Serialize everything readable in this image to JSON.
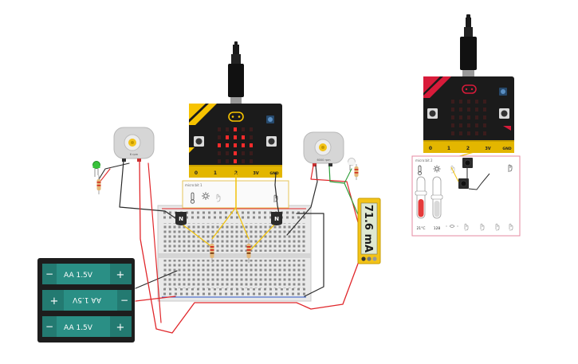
{
  "colors": {
    "microbit_yellow": "#f7c300",
    "microbit_red": "#d81b3a",
    "wire_red": "#e0272b",
    "wire_black": "#2a2a2a",
    "wire_yellow": "#f2c40f",
    "wire_green": "#2e9e3a",
    "battery_teal": "#2a8f85",
    "led_red": "#ff2b2b",
    "meter_yellow": "#f3c318"
  },
  "microbit1": {
    "pins": [
      "0",
      "1",
      "2",
      "3V",
      "GND"
    ],
    "panel_title": "micro:bit 1"
  },
  "microbit2": {
    "pins": [
      "0",
      "1",
      "2",
      "3V",
      "GND"
    ],
    "panel_title": "micro:bit 2",
    "temperature": "21°C",
    "light": "128"
  },
  "motors": {
    "left_label": "6 rpm",
    "right_label": "6000 rpm"
  },
  "transistors": {
    "label": "N"
  },
  "multimeter": {
    "reading": "71.6 mA"
  },
  "battery": {
    "cells": [
      {
        "label": "AA 1.5V",
        "neg": "−",
        "pos": "+"
      },
      {
        "label": "AA 1.5V",
        "neg": "−",
        "pos": "+"
      },
      {
        "label": "AA 1.5V",
        "neg": "−",
        "pos": "+"
      }
    ]
  }
}
